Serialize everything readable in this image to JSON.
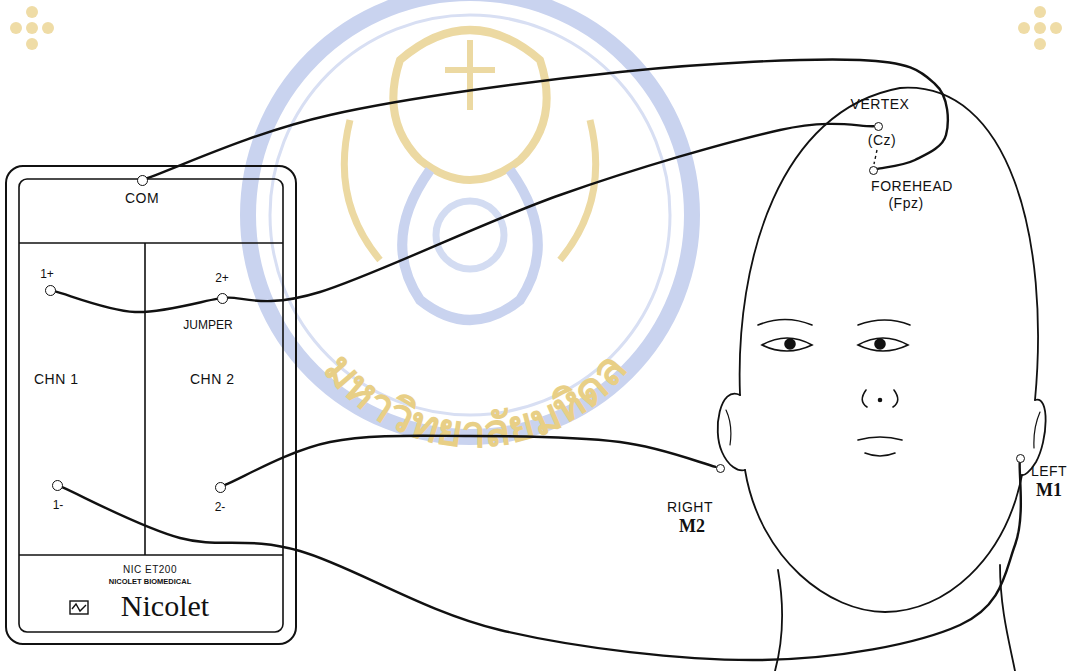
{
  "diagram": {
    "nodes": [
      {
        "text": [
          "NIC ET200",
          "NICOLET BIOMEDICAL",
          "Nicolet"
        ]
      },
      {
        "text": [
          "COM"
        ],
        "in": 0
      },
      {
        "text": [
          "1+"
        ],
        "in": 0
      },
      {
        "text": [
          "2+"
        ],
        "in": 0
      },
      {
        "text": [
          "1-"
        ],
        "in": 0
      },
      {
        "text": [
          "2-"
        ],
        "in": 0
      },
      {
        "text": [
          "VERTEX",
          "(Cz)"
        ]
      },
      {
        "text": [
          "FOREHEAD",
          "(Fpz)"
        ]
      },
      {
        "text": [
          "RIGHT",
          "M2"
        ]
      },
      {
        "text": [
          "LEFT",
          "M1"
        ]
      }
    ],
    "edges": [
      {
        "from": 1,
        "to": 7,
        "arrow": "none"
      },
      {
        "from": 3,
        "to": 6,
        "arrow": "none"
      },
      {
        "from": 2,
        "to": 3,
        "label": "JUMPER",
        "arrow": "none"
      },
      {
        "from": 4,
        "to": 9,
        "arrow": "none"
      },
      {
        "from": 5,
        "to": 8,
        "arrow": "none"
      }
    ],
    "labels": [
      "CHN 1",
      "CHN 2",
      "มหาวิทยาลัยมหิดล"
    ]
  }
}
